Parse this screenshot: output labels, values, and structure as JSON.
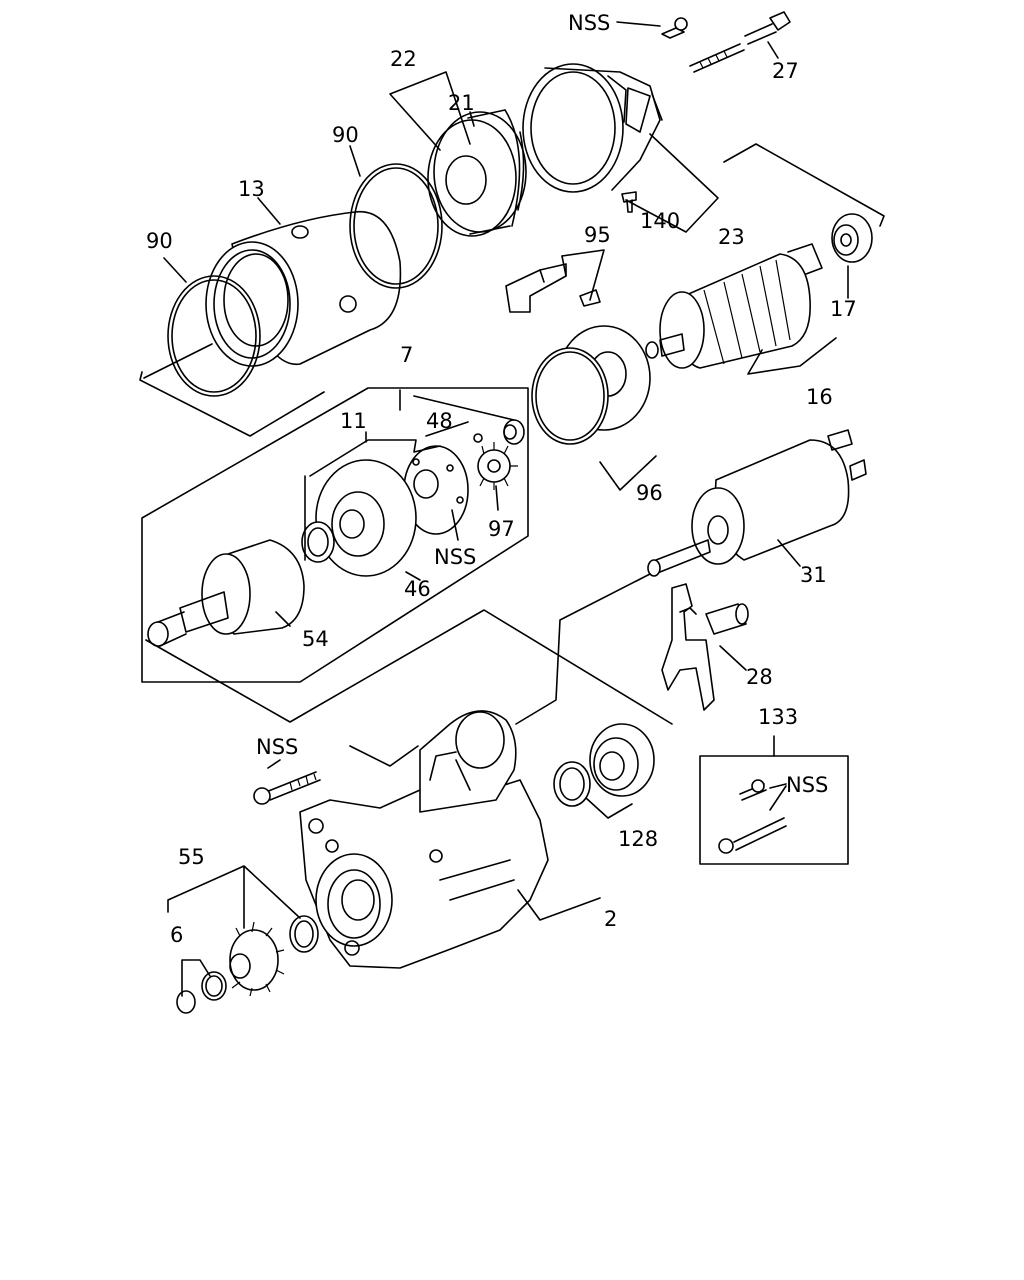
{
  "diagram": {
    "labels": {
      "nss_top": "NSS",
      "p27": "27",
      "p22": "22",
      "p21": "21",
      "p90a": "90",
      "p13": "13",
      "p90b": "90",
      "p140": "140",
      "p23": "23",
      "p95": "95",
      "p17": "17",
      "p16": "16",
      "p7": "7",
      "p11": "11",
      "p48": "48",
      "p97": "97",
      "nss_mid": "NSS",
      "p46": "46",
      "p54": "54",
      "p96": "96",
      "p31": "31",
      "p28": "28",
      "p133": "133",
      "nss_box": "NSS",
      "nss_bolt": "NSS",
      "p128": "128",
      "p55": "55",
      "p6": "6",
      "p2": "2"
    }
  }
}
